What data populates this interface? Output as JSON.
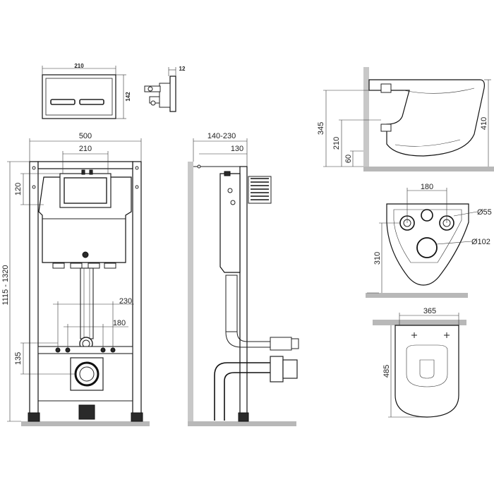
{
  "dimensions": {
    "flush_plate_width": "210",
    "flush_plate_height": "142",
    "flush_plate_depth": "12",
    "frame_width": "500",
    "frame_inner_width": "210",
    "frame_height": "1115 - 1320",
    "frame_top_offset": "120",
    "bolt_spacing_outer": "230",
    "bolt_spacing_inner": "180",
    "bolt_height": "135",
    "side_depth": "140-230",
    "side_inner_depth": "130",
    "bowl_height_345": "345",
    "bowl_height_210": "210",
    "bowl_height_60": "60",
    "bowl_height_410": "410",
    "bottom_spacing_180": "180",
    "hole_diameter_small": "Ø55",
    "hole_diameter_large": "Ø102",
    "bottom_depth_310": "310",
    "top_width_365": "365",
    "top_length_485": "485"
  },
  "colors": {
    "line": "#222222",
    "wall": "#c8c8c8",
    "floor": "#b8b8b8",
    "dark_fill": "#2a2a2a"
  }
}
